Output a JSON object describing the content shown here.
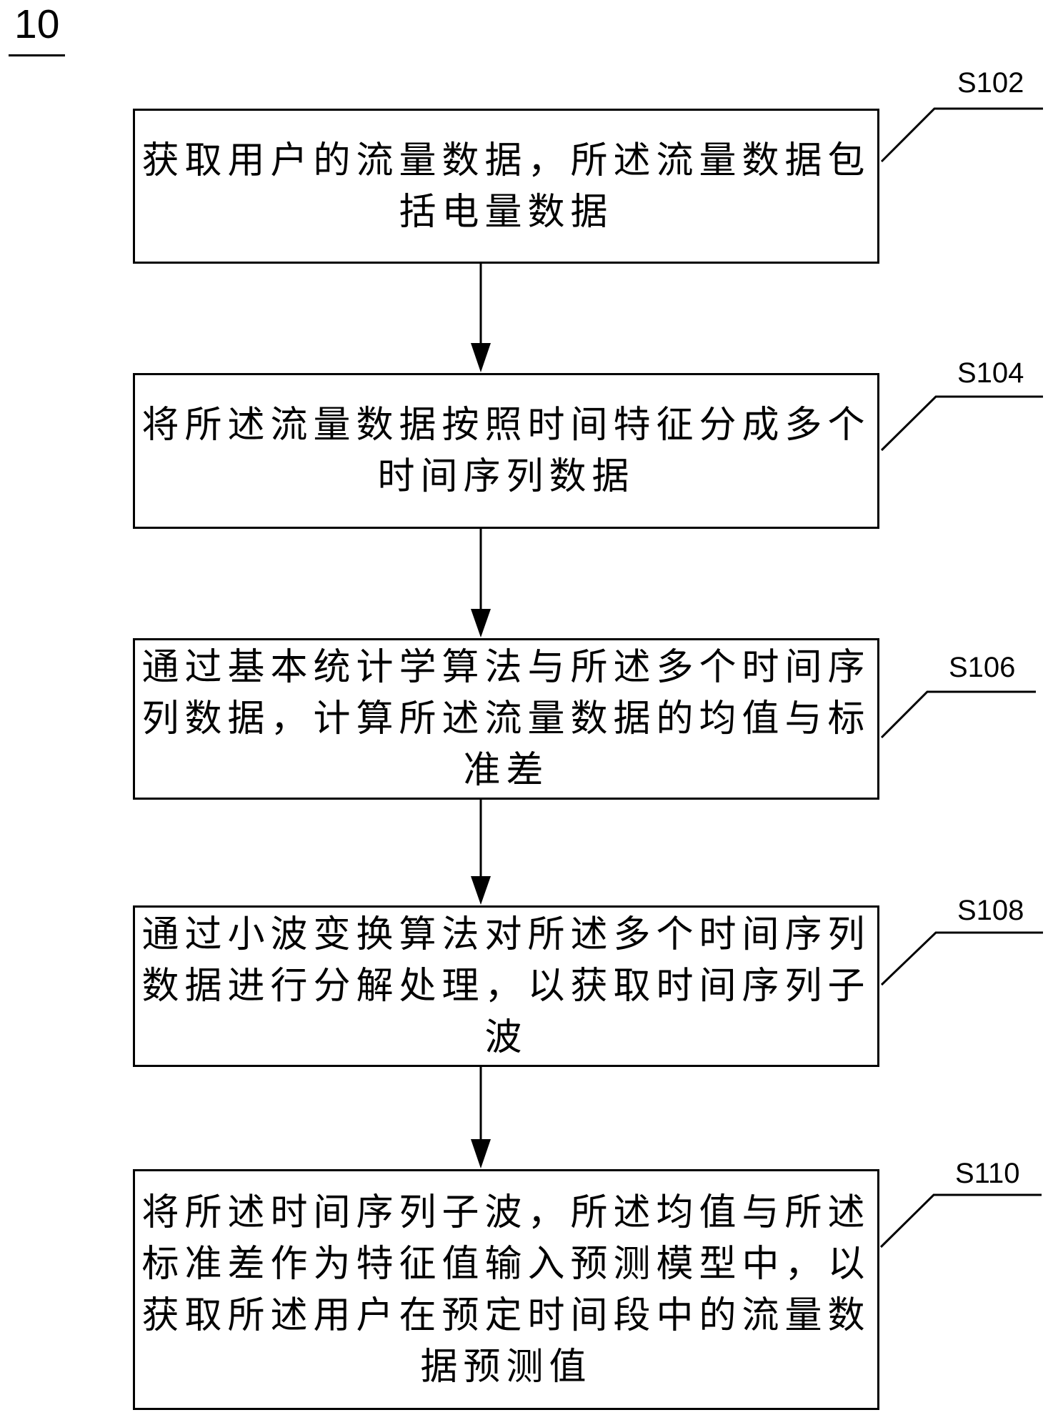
{
  "figure": {
    "number": "10"
  },
  "steps": [
    {
      "id": "S102",
      "text": "获取用户的流量数据，所述流量数据包\n括电量数据"
    },
    {
      "id": "S104",
      "text": "将所述流量数据按照时间特征分成多个\n时间序列数据"
    },
    {
      "id": "S106",
      "text": "通过基本统计学算法与所述多个时间序\n列数据，计算所述流量数据的均值与标\n准差"
    },
    {
      "id": "S108",
      "text": "通过小波变换算法对所述多个时间序列\n数据进行分解处理，以获取时间序列子\n波"
    },
    {
      "id": "S110",
      "text": "将所述时间序列子波，所述均值与所述\n标准差作为特征值输入预测模型中，以\n获取所述用户在预定时间段中的流量数\n据预测值"
    }
  ],
  "colors": {
    "stroke": "#000000",
    "background": "#ffffff"
  }
}
